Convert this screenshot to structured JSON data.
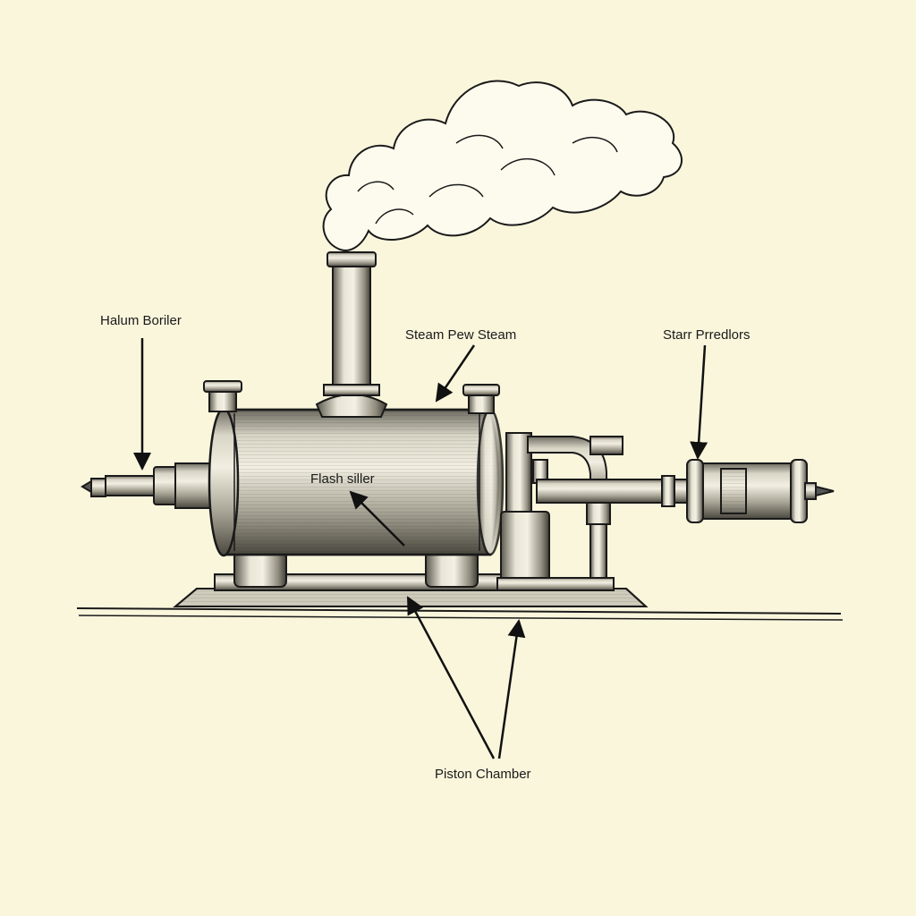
{
  "labels": {
    "boiler": "Halum Boriler",
    "steam": "Steam Pew Steam",
    "starr": "Starr Prredlors",
    "flash": "Flash siller",
    "piston": "Piston Chamber"
  },
  "colors": {
    "paper": "#faf6dc",
    "ink": "#1a1a1a",
    "metal_light": "#e9e6d6",
    "metal_mid": "#b9b5a4",
    "metal_dark": "#55524a"
  }
}
